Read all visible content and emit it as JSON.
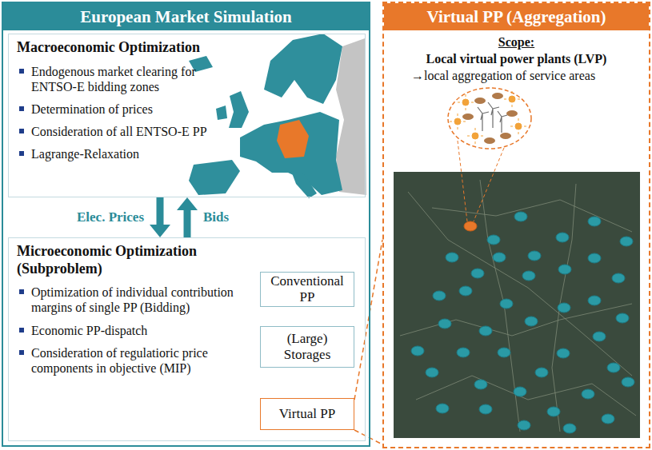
{
  "diagram": {
    "nodes": [
      {
        "text": [
          "European Market Simulation"
        ]
      },
      {
        "text": [
          "Macroeconomic Optimization",
          "Endogenous market clearing for ENTSO-E bidding zones",
          "Determination of prices",
          "Consideration of all ENTSO-E PP",
          "Lagrange-Relaxation"
        ],
        "in": 0
      },
      {
        "text": [
          "Microeconomic Optimization (Subproblem)",
          "Optimization of individual contribution margins of single PP (Bidding)",
          "Economic PP-dispatch",
          "Consideration of regulatioric price components in objective (MIP)"
        ],
        "in": 0
      },
      {
        "text": [
          "Conventional PP"
        ],
        "in": 2
      },
      {
        "text": [
          "(Large) Storages"
        ],
        "in": 2
      },
      {
        "text": [
          "Virtual PP"
        ],
        "in": 2
      },
      {
        "text": [
          "Virtual PP (Aggregation)",
          "Scope:",
          "Local virtual power plants (LVP)",
          "→local aggregation of service areas"
        ]
      }
    ],
    "edges": [
      {
        "from": 1,
        "to": 2,
        "label": "Elec. Prices",
        "arrow": "to"
      },
      {
        "from": 2,
        "to": 1,
        "label": "Bids",
        "arrow": "to"
      },
      {
        "from": 5,
        "to": 6,
        "arrow": "none"
      }
    ]
  }
}
